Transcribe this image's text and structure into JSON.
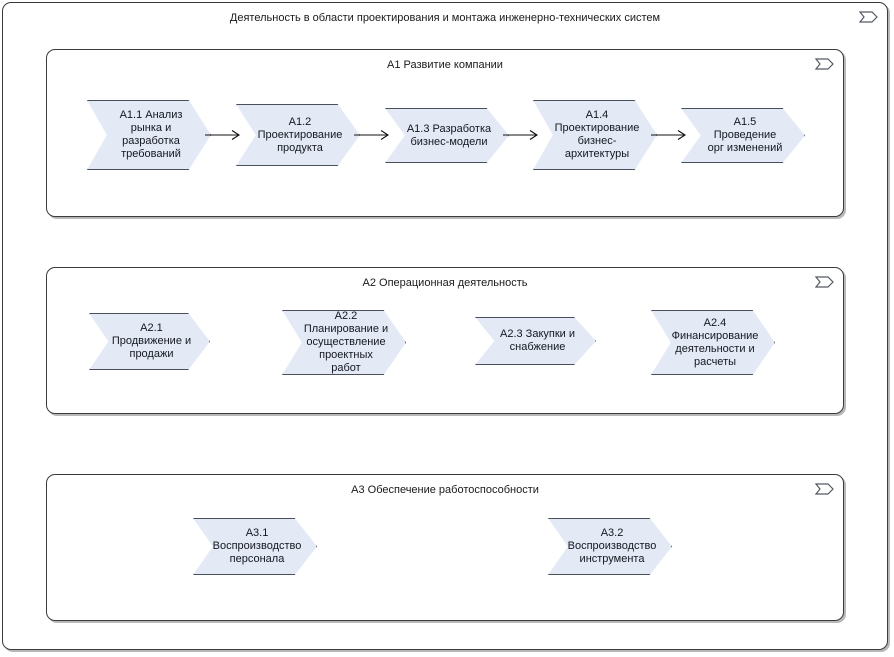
{
  "diagram": {
    "title": "Деятельность в области проектирования и монтажа инженерно-технических систем",
    "corner_icon": "process-chevron-marker-icon",
    "colors": {
      "element_fill": "#e3eaf6",
      "element_border": "#4a4f5c",
      "frame_border": "#3b3b3b",
      "background": "#ffffff",
      "text": "#14171f"
    }
  },
  "groups": [
    {
      "id": "a1",
      "title": "A1 Развитие компании",
      "elements": [
        {
          "id": "a1-1",
          "label": "A1.1 Анализ\nрынка и\nразработка\nтребований"
        },
        {
          "id": "a1-2",
          "label": "A1.2\nПроектирование\nпродукта"
        },
        {
          "id": "a1-3",
          "label": "A1.3 Разработка\nбизнес-модели"
        },
        {
          "id": "a1-4",
          "label": "A1.4\nПроектирование\nбизнес-\nархитектуры"
        },
        {
          "id": "a1-5",
          "label": "A1.5 Проведение\nорг изменений"
        }
      ],
      "connectors": [
        {
          "from": "a1-1",
          "to": "a1-2"
        },
        {
          "from": "a1-2",
          "to": "a1-3"
        },
        {
          "from": "a1-3",
          "to": "a1-4"
        },
        {
          "from": "a1-4",
          "to": "a1-5"
        }
      ]
    },
    {
      "id": "a2",
      "title": "A2 Операционная деятельность",
      "elements": [
        {
          "id": "a2-1",
          "label": "A2.1\nПродвижение и\nпродажи"
        },
        {
          "id": "a2-2",
          "label": "A2.2\nПланирование и\nосуществление\nпроектных работ"
        },
        {
          "id": "a2-3",
          "label": "A2.3 Закупки и\nснабжение"
        },
        {
          "id": "a2-4",
          "label": "A2.4\nФинансирование\nдеятельности и\nрасчеты"
        }
      ],
      "connectors": []
    },
    {
      "id": "a3",
      "title": "A3 Обеспечение работоспособности",
      "elements": [
        {
          "id": "a3-1",
          "label": "A3.1\nВоспроизводство\nперсонала"
        },
        {
          "id": "a3-2",
          "label": "A3.2\nВоспроизводство\nинструмента"
        }
      ],
      "connectors": []
    }
  ]
}
